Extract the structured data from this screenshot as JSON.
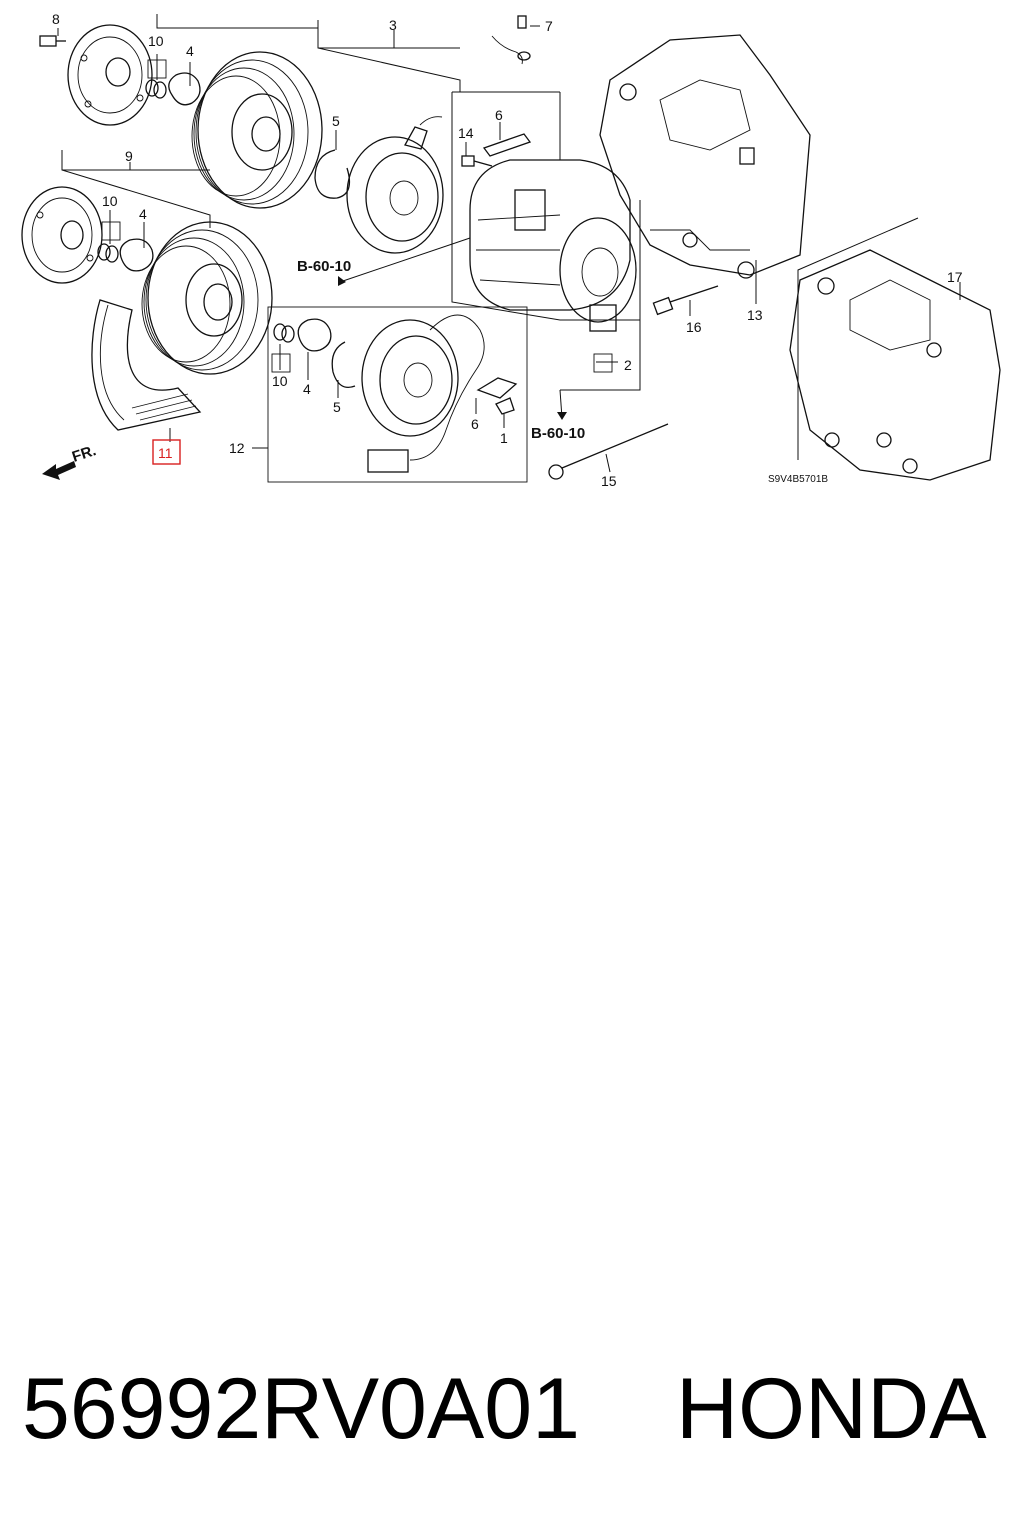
{
  "diagram": {
    "callouts": {
      "c1": "1",
      "c2": "2",
      "c3": "3",
      "c4a": "4",
      "c4b": "4",
      "c4c": "4",
      "c5a": "5",
      "c5b": "5",
      "c6a": "6",
      "c6b": "6",
      "c7": "7",
      "c8": "8",
      "c9": "9",
      "c10a": "10",
      "c10b": "10",
      "c10c": "10",
      "c11": "11",
      "c12": "12",
      "c13": "13",
      "c14": "14",
      "c15": "15",
      "c16": "16",
      "c17": "17"
    },
    "refs": {
      "ref_a": "B-60-10",
      "ref_b": "B-60-10"
    },
    "front_marker": "FR.",
    "diagram_code": "S9V4B5701B",
    "highlight_color": "#d92020"
  },
  "caption": {
    "part_number": "56992RV0A01",
    "brand": "HONDA"
  }
}
